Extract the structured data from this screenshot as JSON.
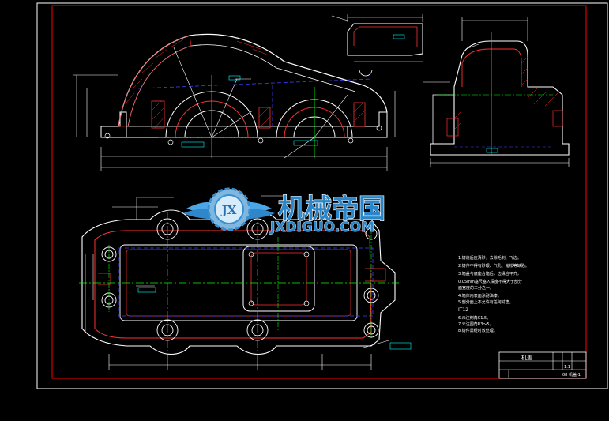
{
  "watermark": {
    "cn": "机械帝国",
    "en": "JXDIGUO.COM",
    "badge": "JX"
  },
  "notes": [
    "1.铸造后应清砂，去除毛刺、飞边。",
    "2.铸件不得有砂眼、气孔、缩松等缺陷。",
    "3.箱盖与底座合箱后，边缘应平齐，",
    "0.05mm塞尺塞入深度不得大于剖分",
    "面宽度的三分之一。",
    "4.箱体内表面涂耐油漆。",
    "5.剖分面上不允许有任何衬垫。",
    "IT12",
    "6.未注倒角C1.5。",
    "7.未注圆角R3～5。",
    "8.铸件需经时效处理。"
  ],
  "title_block": {
    "part_name": "机盖",
    "drawing_no": "08 机盖-1",
    "scale": "1:1"
  },
  "colors": {
    "frame": "#ff0000",
    "outline": "#ffffff",
    "center": "#00ff00",
    "hidden": "#4040ff",
    "hatch": "#ff3030",
    "accent": "#ffff00"
  }
}
